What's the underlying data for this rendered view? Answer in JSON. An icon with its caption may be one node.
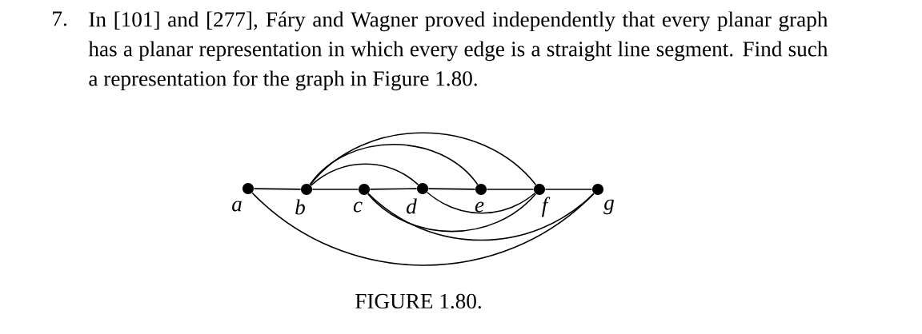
{
  "diagram": {
    "title": "In [101] and [277], Fáry and Wagner proved independently that every planar graph has a planar representation in which every edge is a straight line segment. Find such a representation for the graph in Figure 1.80.",
    "caption": "FIGURE 1.80.",
    "labels": [
      "7."
    ],
    "nodes": [
      {
        "text": [],
        "shape": "circle",
        "beside": [
          "*a*"
        ]
      },
      {
        "text": [],
        "shape": "circle",
        "beside": [
          "*b*"
        ]
      },
      {
        "text": [],
        "shape": "circle",
        "beside": [
          "*c*"
        ]
      },
      {
        "text": [],
        "shape": "circle",
        "beside": [
          "*d*"
        ]
      },
      {
        "text": [],
        "shape": "circle",
        "beside": [
          "*e*"
        ]
      },
      {
        "text": [],
        "shape": "circle",
        "beside": [
          "*f*"
        ]
      },
      {
        "text": [],
        "shape": "circle",
        "beside": [
          "*g*"
        ]
      }
    ],
    "edges": [
      {
        "from": 0,
        "to": 1,
        "arrow": "none"
      },
      {
        "from": 1,
        "to": 2,
        "arrow": "none"
      },
      {
        "from": 2,
        "to": 3,
        "arrow": "none"
      },
      {
        "from": 3,
        "to": 4,
        "arrow": "none"
      },
      {
        "from": 4,
        "to": 5,
        "arrow": "none"
      },
      {
        "from": 5,
        "to": 6,
        "arrow": "none"
      },
      {
        "from": 1,
        "to": 5,
        "arrow": "none"
      },
      {
        "from": 1,
        "to": 4,
        "arrow": "none"
      },
      {
        "from": 1,
        "to": 3,
        "arrow": "none"
      },
      {
        "from": 3,
        "to": 5,
        "arrow": "none"
      },
      {
        "from": 2,
        "to": 5,
        "arrow": "none"
      },
      {
        "from": 2,
        "to": 6,
        "arrow": "none"
      },
      {
        "from": 0,
        "to": 6,
        "arrow": "none"
      }
    ]
  }
}
